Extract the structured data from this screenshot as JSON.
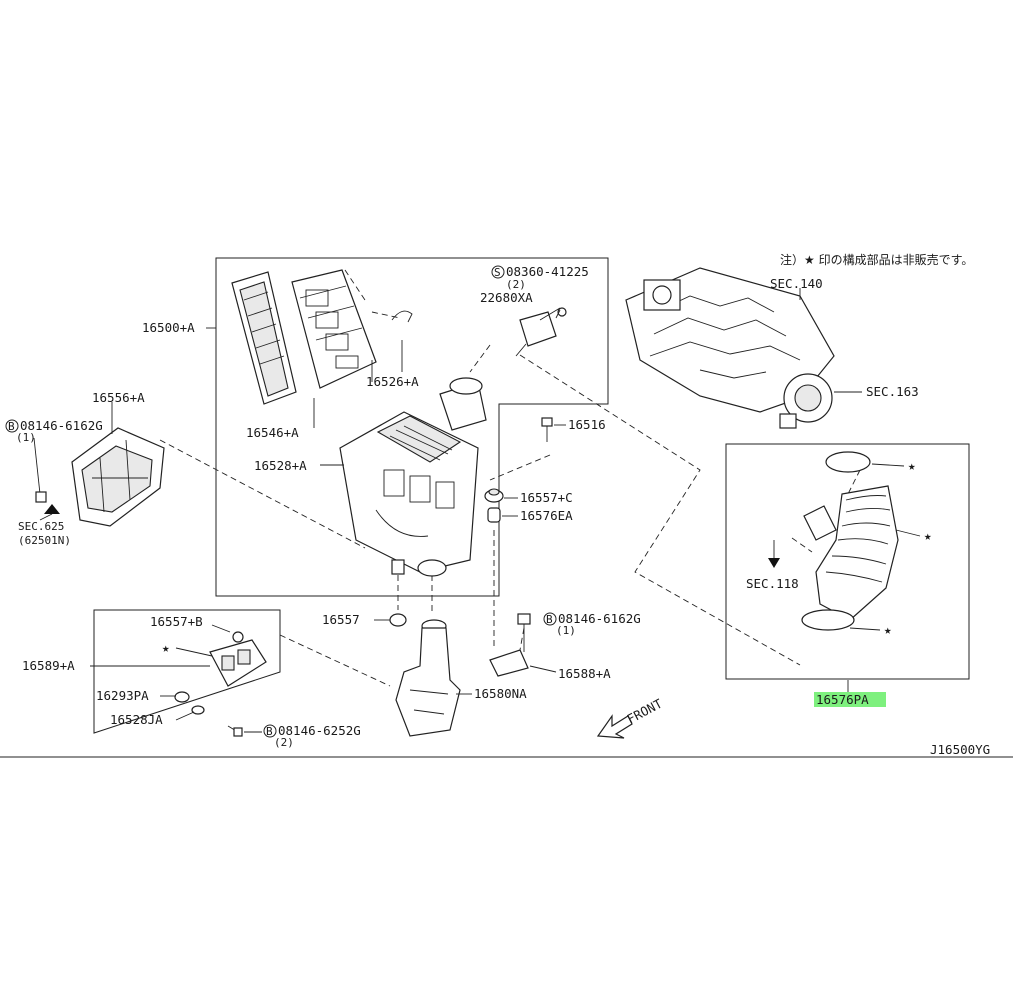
{
  "note": "注）★ 印の構成部品は非販売です。",
  "diagram_code": "J16500YG",
  "front_label": "FRONT",
  "highlight_color": "#7ef07e",
  "labels": {
    "p16500A": "16500+A",
    "p16526A": "16526+A",
    "p16546A": "16546+A",
    "p16528A": "16528+A",
    "p16556A": "16556+A",
    "p08146_6162G_left": "08146-6162G",
    "qty1_left": "(1)",
    "sec625": "SEC.625",
    "p62501N": "(62501N)",
    "p08360": "08360-41225",
    "qty2_top": "(2)",
    "p22680XA": "22680XA",
    "p16516": "16516",
    "p16557C": "16557+C",
    "p16576EA": "16576EA",
    "p16557": "16557",
    "p16557B": "16557+B",
    "p16589A": "16589+A",
    "p16293PA": "16293PA",
    "p16528JA": "16528JA",
    "p08146_6252G": "08146-6252G",
    "qty2_bottom": "(2)",
    "p16580NA": "16580NA",
    "p08146_6162G_mid": "08146-6162G",
    "qty1_mid": "(1)",
    "p16588A": "16588+A",
    "sec140": "SEC.140",
    "sec163": "SEC.163",
    "sec118": "SEC.118",
    "p16576PA": "16576PA"
  },
  "symbols": {
    "bolt_b": "B",
    "bolt_s": "S",
    "star": "★"
  },
  "icons": [
    "star-icon",
    "arrow-down-icon",
    "front-arrow-icon",
    "bolt-b-icon",
    "screw-s-icon"
  ]
}
